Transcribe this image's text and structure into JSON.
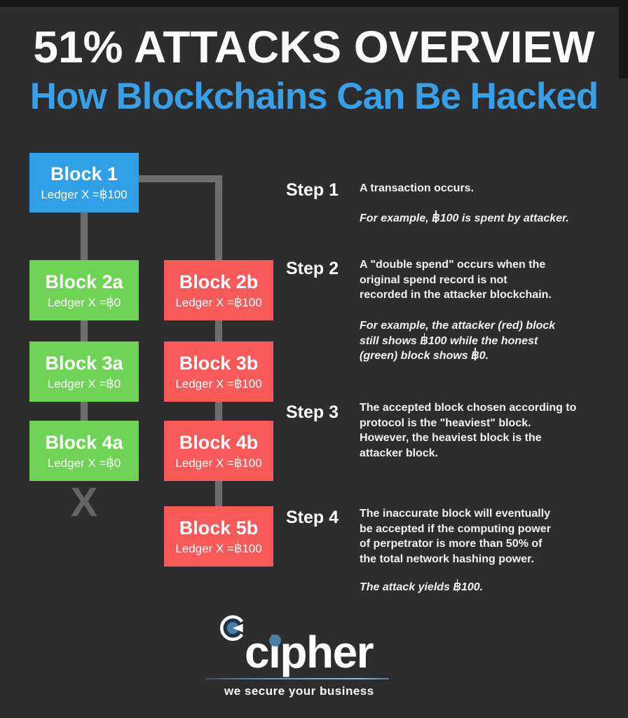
{
  "header": {
    "title": "51% ATTACKS OVERVIEW",
    "subtitle": "How Blockchains Can Be Hacked"
  },
  "diagram": {
    "blocks": [
      {
        "label": "Block 1",
        "ledger": "Ledger X =฿100",
        "role": "origin",
        "color": "#2f9fe8"
      },
      {
        "label": "Block 2a",
        "ledger": "Ledger X =฿0",
        "role": "honest",
        "color": "#6fd455"
      },
      {
        "label": "Block 2b",
        "ledger": "Ledger X =฿100",
        "role": "attacker",
        "color": "#f85a5a"
      },
      {
        "label": "Block 3a",
        "ledger": "Ledger X =฿0",
        "role": "honest",
        "color": "#6fd455"
      },
      {
        "label": "Block 3b",
        "ledger": "Ledger X =฿100",
        "role": "attacker",
        "color": "#f85a5a"
      },
      {
        "label": "Block 4a",
        "ledger": "Ledger X =฿0",
        "role": "honest",
        "color": "#6fd455"
      },
      {
        "label": "Block 4b",
        "ledger": "Ledger X =฿100",
        "role": "attacker",
        "color": "#f85a5a"
      },
      {
        "label": "Block 5b",
        "ledger": "Ledger X =฿100",
        "role": "attacker",
        "color": "#f85a5a"
      }
    ],
    "rejected_mark": "X"
  },
  "steps": [
    {
      "label": "Step 1",
      "body": [
        "A transaction occurs."
      ],
      "example": [
        "For example, ฿100 is spent by attacker."
      ]
    },
    {
      "label": "Step 2",
      "body": [
        "A \"double spend\" occurs when the",
        "original spend record is not",
        "recorded in the attacker blockchain."
      ],
      "example": [
        "For example, the attacker (red) block",
        "still shows ฿100 while the honest",
        "(green) block shows ฿0."
      ]
    },
    {
      "label": "Step 3",
      "body": [
        "The accepted block chosen according to",
        "protocol is the \"heaviest\" block.",
        "However, the heaviest block is the",
        "attacker block."
      ],
      "example": []
    },
    {
      "label": "Step 4",
      "body": [
        "The inaccurate block will eventually",
        "be accepted if the computing power",
        "of perpetrator is more than 50% of",
        "the total network hashing power."
      ],
      "example": [
        "The attack yields ฿100."
      ]
    }
  ],
  "footer": {
    "brand": "cipher",
    "tagline": "we secure your business"
  },
  "colors": {
    "background": "#2d2d2d",
    "subtitle_blue": "#38a0e8",
    "origin_block_blue": "#2f9fe8",
    "honest_block_green": "#6fd455",
    "attacker_block_red": "#f85a5a",
    "connector_gray": "#6e6e6e",
    "logo_steel_blue": "#4d7ea8",
    "logo_navy": "#1d3850"
  }
}
